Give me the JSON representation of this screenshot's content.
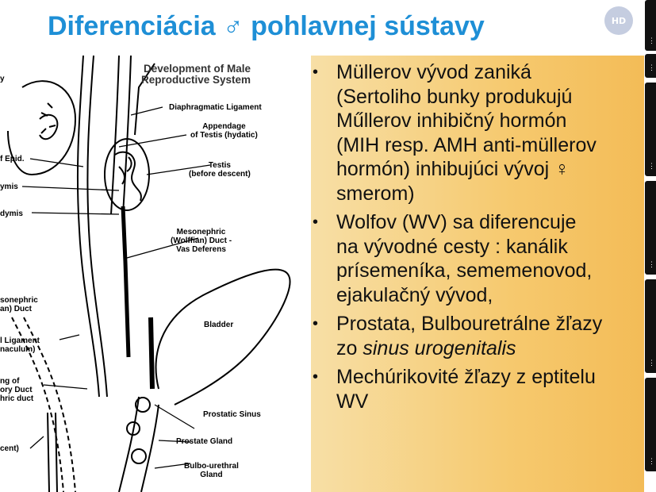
{
  "slide": {
    "title": "Diferenciácia ♂ pohlavnej sústavy",
    "avatar": "HD"
  },
  "diagram": {
    "heading_line1": "Development of Male",
    "heading_line2": "Reproductive System",
    "labels": {
      "diaphragmatic": "Diaphragmatic Ligament",
      "appendage1": "Appendage",
      "appendage2": "of Testis (hydatic)",
      "testis1": "Testis",
      "testis2": "(before descent)",
      "meso1": "Mesonephric",
      "meso2": "(Wolffian) Duct -",
      "meso3": "Vas Deferens",
      "bladder": "Bladder",
      "prostatic_sinus": "Prostatic Sinus",
      "prostate_gland": "Prostate Gland",
      "bulbo1": "Bulbo-urethral",
      "bulbo2": "Gland",
      "left_y": "y",
      "left_epid": "f Epid.",
      "left_ymis": "ymis",
      "left_dymis": "dymis",
      "left_sonephric": "sonephric",
      "left_anduct": "an) Duct",
      "left_ligament": "l Ligament",
      "left_naculum": "naculum)",
      "left_ngof": "ng of",
      "left_oryduct": "ory Duct",
      "left_hricduct": "hric duct",
      "left_cent": "cent)"
    }
  },
  "bullets": [
    {
      "lines": [
        "Müllerov vývod zaniká",
        "(Sertoliho bunky produkujú",
        "Műllerov inhibičný hormón",
        "(MIH resp. AMH anti-müllerov",
        "hormón) inhibujúci vývoj ♀",
        "smerom)"
      ]
    },
    {
      "lines": [
        "Wolfov (WV) sa diferencuje",
        "na vývodné cesty : kanálik",
        "prísemeníka, sememenovod,",
        "ejakulačný vývod,"
      ]
    },
    {
      "lines": [
        "Prostata, Bulbouretrálne žľazy",
        "zo sinus urogenitalis"
      ]
    },
    {
      "lines": [
        "Mechúrikovité žľazy z eptitelu",
        "WV"
      ]
    }
  ],
  "colors": {
    "title": "#1e8fd6",
    "panel": "#f6c96e",
    "avatar": "#c5cde0"
  },
  "icons": [
    "more-vert-icon"
  ]
}
